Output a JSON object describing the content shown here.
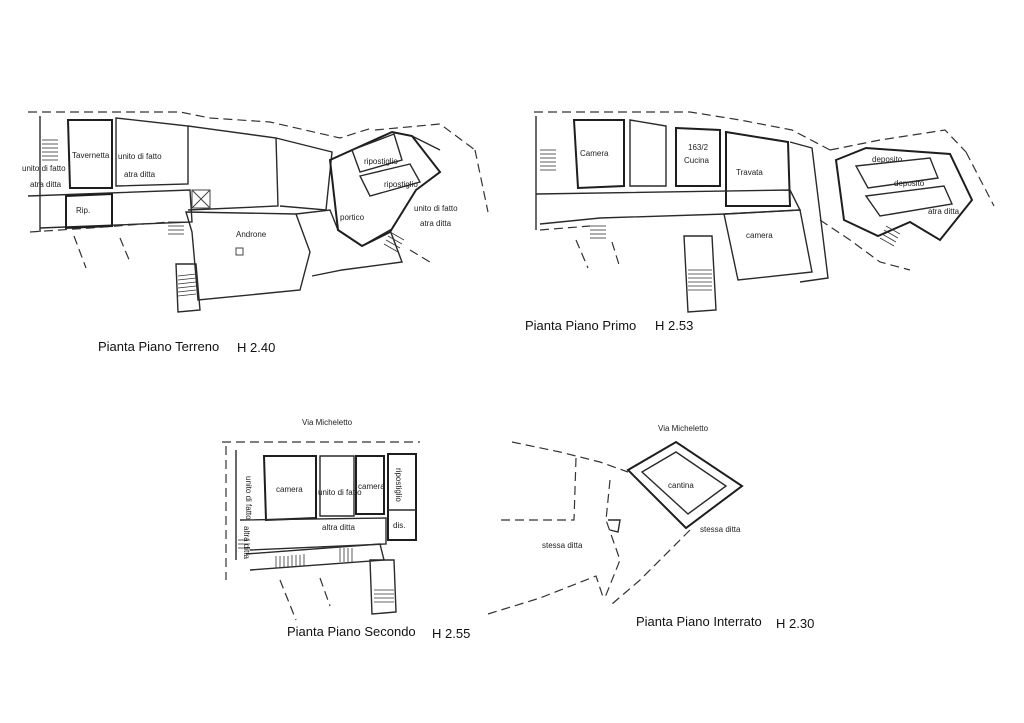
{
  "plans": {
    "terreno": {
      "caption": "Pianta Piano Terreno",
      "height": "H 2.40",
      "rooms": {
        "tavernetta": "Tavernetta",
        "unito_fatto_a": "unito di fatto",
        "altra_ditta_a": "atra ditta",
        "unito_fatto_left": "unito di fatto",
        "altra_ditta_left": "atra ditta",
        "rip": "Rip.",
        "androne": "Androne",
        "ripostiglio_a": "ripostiglio",
        "ripostiglio_b": "ripostiglio",
        "portico": "portico",
        "unito_fatto_right": "unito di fatto",
        "altra_ditta_right": "atra ditta"
      }
    },
    "primo": {
      "caption": "Pianta Piano Primo",
      "height": "H 2.53",
      "rooms": {
        "camera_a": "Camera",
        "particella": "163/2",
        "cucina": "Cucina",
        "travata": "Travata",
        "camera_b": "camera",
        "deposito_a": "deposito",
        "deposito_b": "deposito",
        "altra_ditta": "atra ditta"
      }
    },
    "secondo": {
      "caption": "Pianta Piano Secondo",
      "height": "H 2.55",
      "street": "Via Micheletto",
      "rooms": {
        "unito_fatto_vertical": "unito di fatto",
        "altra_ditta_vertical": "altra ditta",
        "camera_a": "camera",
        "unito_fatto": "unito di fatto",
        "camera_b": "camera",
        "ripostiglio": "ripostiglio",
        "altra_ditta": "altra ditta",
        "dis": "dis."
      }
    },
    "interrato": {
      "caption": "Pianta Piano Interrato",
      "height": "H 2.30",
      "street": "Via Micheletto",
      "rooms": {
        "cantina": "cantina",
        "stessa_ditta_a": "stessa ditta",
        "stessa_ditta_b": "stessa ditta"
      }
    }
  }
}
